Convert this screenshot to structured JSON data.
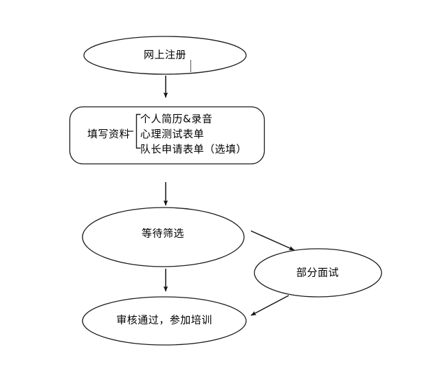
{
  "diagram": {
    "type": "flowchart",
    "orientation": "top-to-bottom",
    "background_color": "#ffffff",
    "stroke_color": "#000000",
    "text_color": "#000000",
    "nodes": [
      {
        "id": "register",
        "shape": "ellipse",
        "label": "网上注册"
      },
      {
        "id": "fill-materials",
        "shape": "rounded-rectangle",
        "lead_label": "填写资料",
        "separator": "–",
        "items": [
          "个人简历&录音",
          "心理测试表单",
          "队长申请表单（选填）"
        ]
      },
      {
        "id": "waiting-screening",
        "shape": "ellipse",
        "label": "等待筛选"
      },
      {
        "id": "partial-interview",
        "shape": "ellipse",
        "label": "部分面试"
      },
      {
        "id": "approved-training",
        "shape": "ellipse",
        "label": "审核通过，参加培训"
      }
    ],
    "edges": [
      {
        "id": "edge-register-to-fill",
        "from": "register",
        "to": "fill-materials",
        "style": "straight-arrow"
      },
      {
        "id": "edge-fill-to-waiting",
        "from": "fill-materials",
        "to": "waiting-screening",
        "style": "straight-arrow"
      },
      {
        "id": "edge-waiting-to-approved",
        "from": "waiting-screening",
        "to": "approved-training",
        "style": "straight-arrow"
      },
      {
        "id": "edge-waiting-to-interview",
        "from": "waiting-screening",
        "to": "partial-interview",
        "style": "diagonal-arrow"
      },
      {
        "id": "edge-interview-to-approved",
        "from": "partial-interview",
        "to": "approved-training",
        "style": "diagonal-arrow"
      }
    ]
  }
}
